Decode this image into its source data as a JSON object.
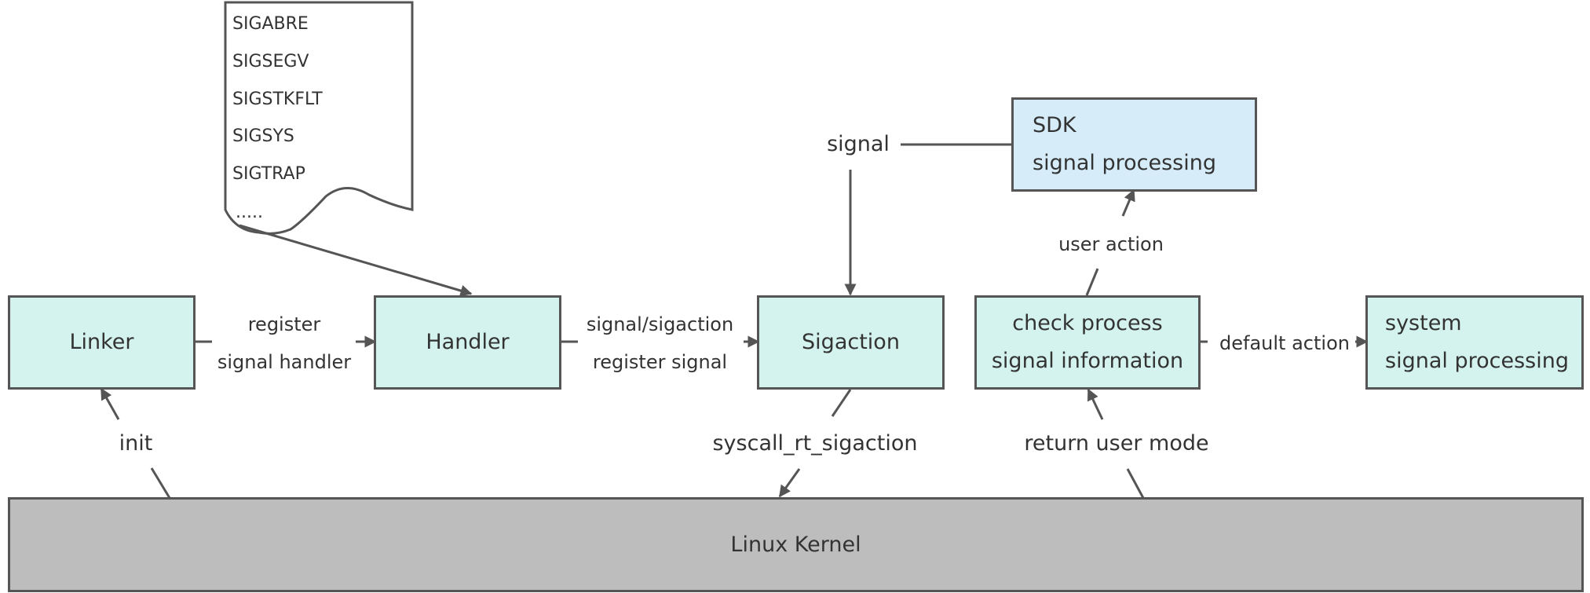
{
  "signal_list": {
    "items": [
      "SIGABRE",
      "SIGSEGV",
      "SIGSTKFLT",
      "SIGSYS",
      "SIGTRAP",
      "....."
    ]
  },
  "nodes": {
    "linker": {
      "text": "Linker"
    },
    "handler": {
      "text": "Handler"
    },
    "sigaction": {
      "text": "Sigaction"
    },
    "check": {
      "line1": "check process",
      "line2": "signal information"
    },
    "system": {
      "line1": "system",
      "line2": "signal processing"
    },
    "sdk": {
      "line1": "SDK",
      "line2": "signal processing"
    },
    "kernel": {
      "text": "Linux Kernel"
    }
  },
  "edges": {
    "register": {
      "line1": "register",
      "line2": "signal handler"
    },
    "sigreg": {
      "line1": "signal/sigaction",
      "line2": "register signal"
    },
    "signal": "signal",
    "user_action": "user action",
    "default_action": "default action",
    "init": "init",
    "syscall": "syscall_rt_sigaction",
    "return_user": "return user mode"
  },
  "colors": {
    "node_fill": "#d4f3ee",
    "sdk_fill": "#d6ecf9",
    "kernel_fill": "#bdbdbd",
    "stroke": "#555555"
  }
}
